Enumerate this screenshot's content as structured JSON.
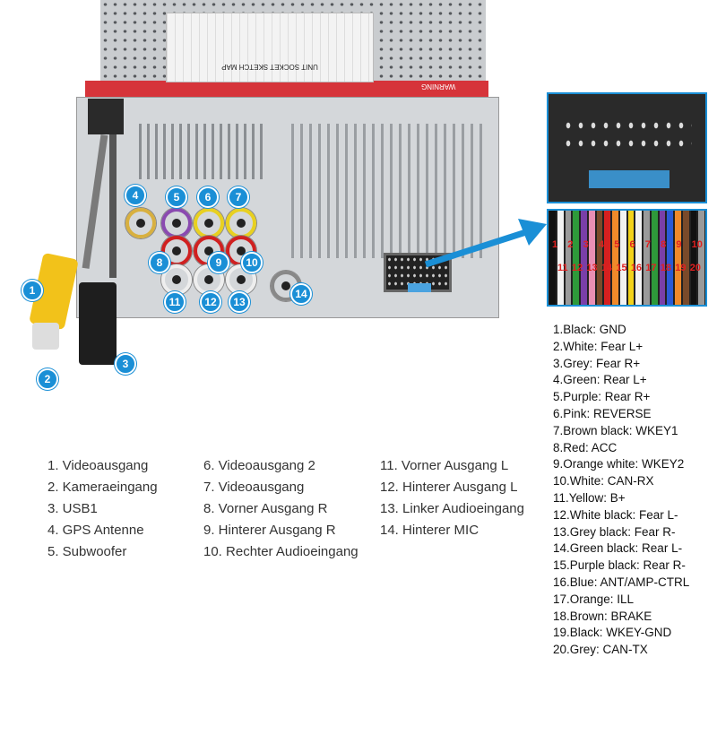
{
  "device": {
    "sticker_title": "UNIT SOCKET SKETCH MAP",
    "warning": "WARNING"
  },
  "badges": [
    "1",
    "2",
    "3",
    "4",
    "5",
    "6",
    "7",
    "8",
    "9",
    "10",
    "11",
    "12",
    "13",
    "14"
  ],
  "port_legend": {
    "col1": [
      "1. Videoausgang",
      "2. Kameraeingang",
      "3. USB1",
      "4. GPS Antenne",
      "5. Subwoofer"
    ],
    "col2": [
      "6. Videoausgang 2",
      "7. Videoausgang",
      "8. Vorner Ausgang R",
      "9. Hinterer Ausgang R",
      "10. Rechter Audioeingang"
    ],
    "col3": [
      "11. Vorner Ausgang L",
      "12. Hinterer Ausgang L",
      "13. Linker Audioeingang",
      "14. Hinterer MIC"
    ]
  },
  "connector_pins": {
    "top": [
      "1",
      "2",
      "3",
      "4",
      "5",
      "6",
      "7",
      "8",
      "9",
      "10"
    ],
    "bottom": [
      "11",
      "12",
      "13",
      "14",
      "15",
      "16",
      "17",
      "18",
      "19",
      "20"
    ]
  },
  "wire_colors": [
    "#111111",
    "#f2f2f2",
    "#9a9a9a",
    "#2e9a3a",
    "#7a3fa8",
    "#e98fb5",
    "#7a4a2a",
    "#d62020",
    "#f08a2a",
    "#f2f2f2",
    "#f2d21a",
    "#f2f2f2",
    "#9a9a9a",
    "#2e9a3a",
    "#7a3fa8",
    "#2a5ad6",
    "#f08a2a",
    "#7a4a2a",
    "#111111",
    "#9a9a9a"
  ],
  "pin_list": [
    "1.Black: GND",
    "2.White: Fear L+",
    "3.Grey: Fear R+",
    "4.Green: Rear L+",
    "5.Purple: Rear R+",
    "6.Pink: REVERSE",
    "7.Brown black: WKEY1",
    "8.Red: ACC",
    "9.Orange white: WKEY2",
    "10.White: CAN-RX",
    "11.Yellow: B+",
    "12.White black: Fear L-",
    "13.Grey black: Fear R-",
    "14.Green black: Rear L-",
    "15.Purple black: Rear R-",
    "16.Blue: ANT/AMP-CTRL",
    "17.Orange: ILL",
    "18.Brown: BRAKE",
    "19.Black: WKEY-GND",
    "20.Grey: CAN-TX"
  ],
  "accent": "#1a8fd6"
}
